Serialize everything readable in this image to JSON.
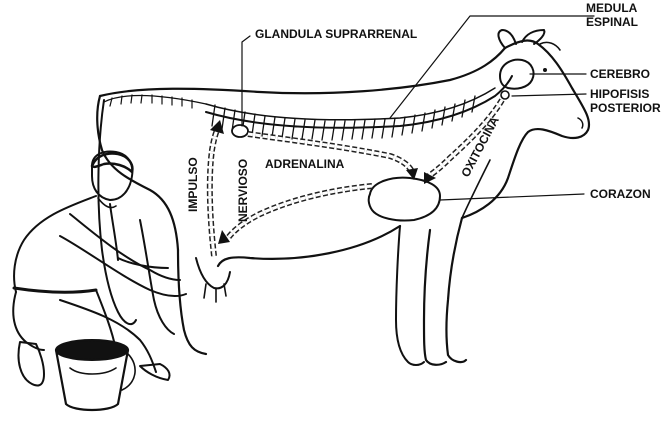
{
  "labels": {
    "medula": [
      "MEDULA",
      "ESPINAL"
    ],
    "glandula": "GLANDULA SUPRARRENAL",
    "cerebro": "CEREBRO",
    "hipofisis": [
      "HIPOFISIS",
      "POSTERIOR"
    ],
    "adrenalina": "ADRENALINA",
    "oxitocina": "OXITOCINA",
    "impulso": "IMPULSO",
    "nervioso": "NERVIOSO",
    "corazon": "CORAZON"
  }
}
